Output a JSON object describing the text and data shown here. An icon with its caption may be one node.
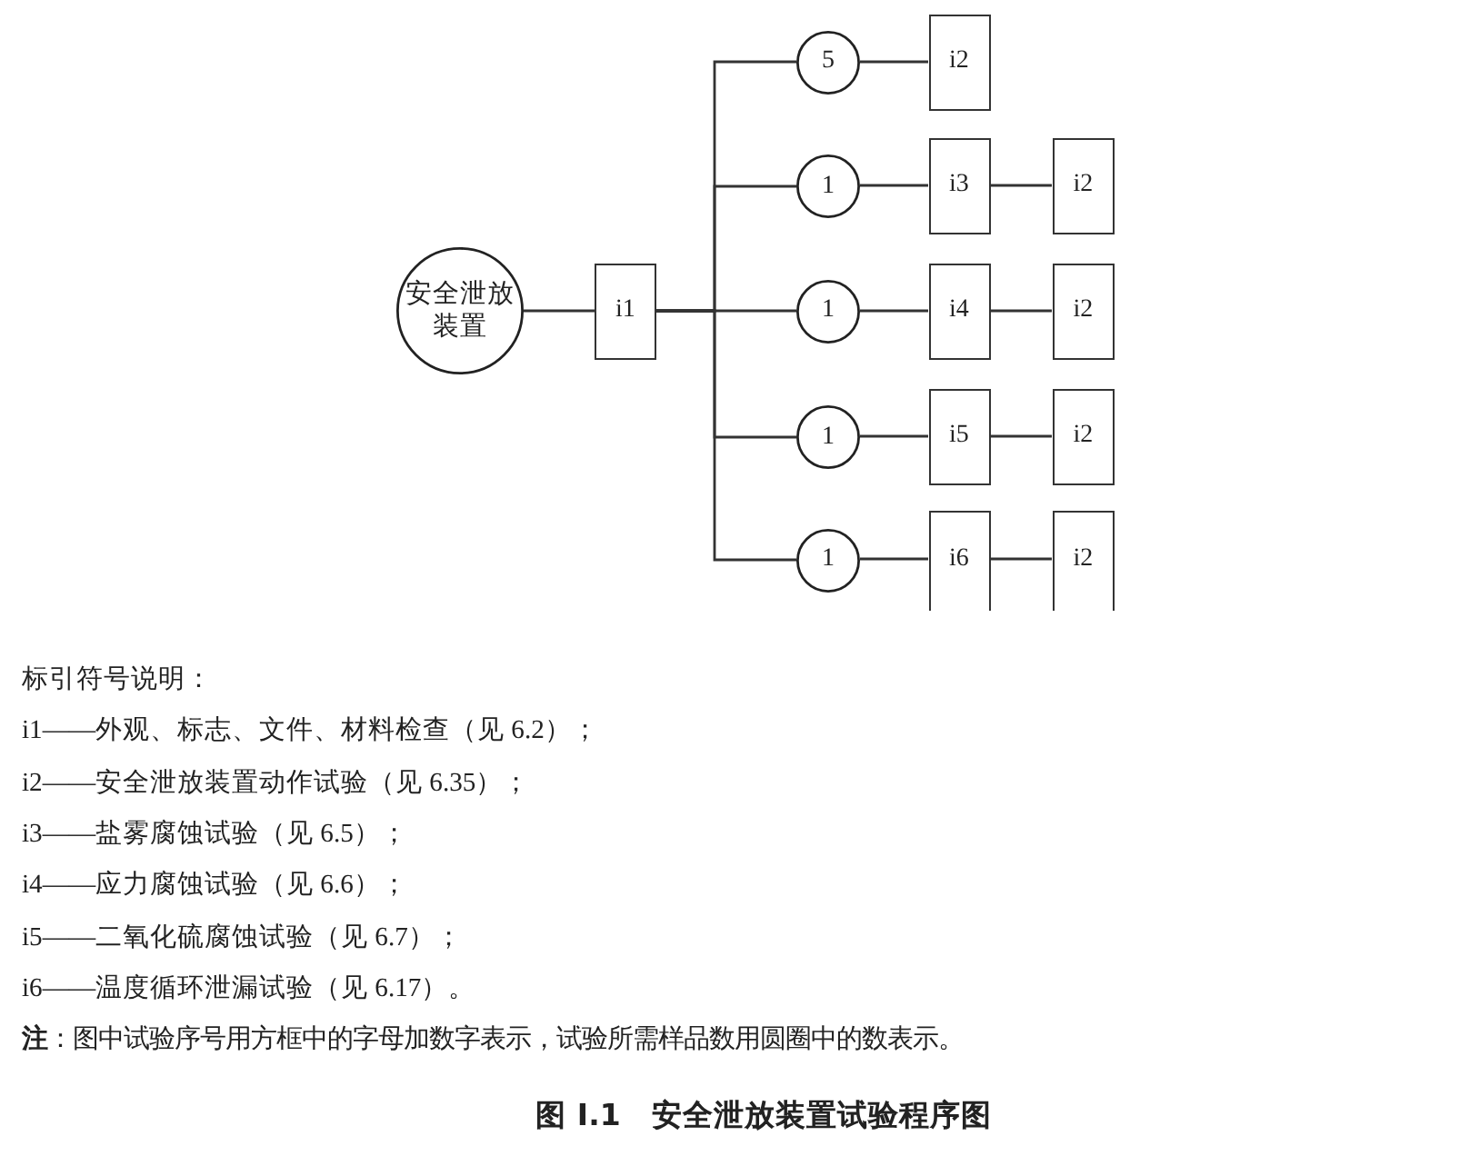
{
  "diagram": {
    "caption": "图 I.1　安全泄放装置试验程序图",
    "nodes": [
      {
        "text": [
          "安全泄放装置"
        ]
      },
      {
        "text": [
          "i1"
        ]
      },
      {
        "text": [
          "5"
        ]
      },
      {
        "text": [
          "i2"
        ]
      },
      {
        "text": [
          "1"
        ]
      },
      {
        "text": [
          "i3"
        ]
      },
      {
        "text": [
          "i2"
        ]
      },
      {
        "text": [
          "1"
        ]
      },
      {
        "text": [
          "i4"
        ]
      },
      {
        "text": [
          "i2"
        ]
      },
      {
        "text": [
          "1"
        ]
      },
      {
        "text": [
          "i5"
        ]
      },
      {
        "text": [
          "i2"
        ]
      },
      {
        "text": [
          "1"
        ]
      },
      {
        "text": [
          "i6"
        ]
      },
      {
        "text": [
          "i2"
        ]
      }
    ],
    "edges": [
      {
        "from": 0,
        "to": 1,
        "arrow": "none"
      },
      {
        "from": 1,
        "to": 2,
        "arrow": "none"
      },
      {
        "from": 1,
        "to": 4,
        "arrow": "none"
      },
      {
        "from": 1,
        "to": 7,
        "arrow": "none"
      },
      {
        "from": 1,
        "to": 10,
        "arrow": "none"
      },
      {
        "from": 1,
        "to": 13,
        "arrow": "none"
      },
      {
        "from": 2,
        "to": 3,
        "arrow": "none"
      },
      {
        "from": 4,
        "to": 5,
        "arrow": "none"
      },
      {
        "from": 5,
        "to": 6,
        "arrow": "none"
      },
      {
        "from": 7,
        "to": 8,
        "arrow": "none"
      },
      {
        "from": 8,
        "to": 9,
        "arrow": "none"
      },
      {
        "from": 10,
        "to": 11,
        "arrow": "none"
      },
      {
        "from": 11,
        "to": 12,
        "arrow": "none"
      },
      {
        "from": 13,
        "to": 14,
        "arrow": "none"
      },
      {
        "from": 14,
        "to": 15,
        "arrow": "none"
      }
    ],
    "labels": [
      "标引符号说明：",
      "i1——外观、标志、文件、材料检查（见 6.2）；",
      "i2——安全泄放装置动作试验（见 6.35）；",
      "i3——盐雾腐蚀试验（见 6.5）；",
      "i4——应力腐蚀试验（见 6.6）；",
      "i5——二氧化硫腐蚀试验（见 6.7）；",
      "i6——温度循环泄漏试验（见 6.17）。",
      "**注**：图中试验序号用方框中的字母加数字表示，试验所需样品数用圆圈中的数表示。"
    ]
  }
}
